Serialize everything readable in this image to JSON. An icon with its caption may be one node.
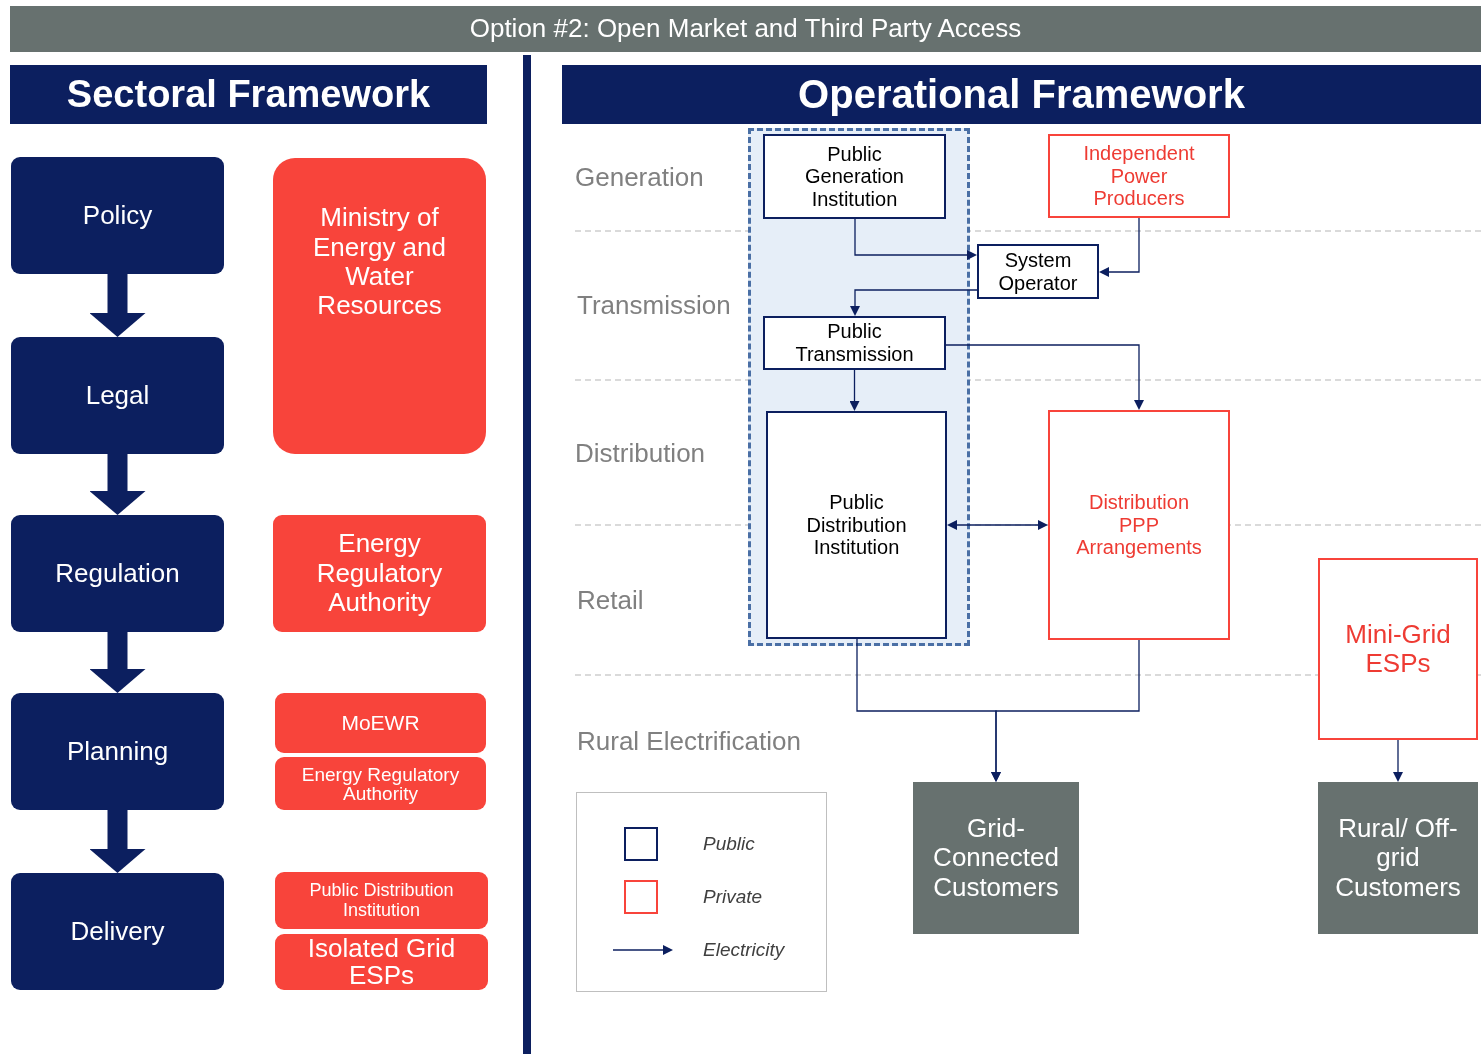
{
  "diagram": {
    "title": "Option #2: Open Market and Third Party Access",
    "nodes": [
      {
        "text": [
          "Policy"
        ]
      },
      {
        "text": [
          "Legal"
        ]
      },
      {
        "text": [
          "Regulation"
        ]
      },
      {
        "text": [
          "Planning"
        ]
      },
      {
        "text": [
          "Delivery"
        ]
      },
      {
        "text": [
          "Ministry of Energy and Water Resources"
        ]
      },
      {
        "text": [
          "Energy Regulatory Authority"
        ]
      },
      {
        "text": [
          "MoEWR"
        ]
      },
      {
        "text": [
          "Energy Regulatory Authority"
        ]
      },
      {
        "text": [
          "Public Distribution Institution"
        ]
      },
      {
        "text": [
          "Isolated Grid ESPs"
        ]
      },
      {
        "text": [],
        "shape": "box"
      },
      {
        "text": [
          "Public Generation Institution"
        ],
        "in": 11
      },
      {
        "text": [
          "Independent Power Producers"
        ]
      },
      {
        "text": [
          "System Operator"
        ]
      },
      {
        "text": [
          "Public Transmission"
        ],
        "in": 11
      },
      {
        "text": [
          "Public Distribution Institution"
        ],
        "in": 11
      },
      {
        "text": [
          "Distribution PPP Arrangements"
        ]
      },
      {
        "text": [
          "Mini-Grid ESPs"
        ]
      },
      {
        "text": [
          "Grid-Connected Customers"
        ]
      },
      {
        "text": [
          "Rural/ Off-grid Customers"
        ]
      }
    ],
    "edges": [
      {
        "from": 0,
        "to": 1,
        "arrow": "to",
        "style": "thick"
      },
      {
        "from": 1,
        "to": 2,
        "arrow": "to",
        "style": "thick"
      },
      {
        "from": 2,
        "to": 3,
        "arrow": "to",
        "style": "thick"
      },
      {
        "from": 3,
        "to": 4,
        "arrow": "to",
        "style": "thick"
      },
      {
        "from": 12,
        "to": 14,
        "arrow": "to"
      },
      {
        "from": 13,
        "to": 14,
        "arrow": "to"
      },
      {
        "from": 14,
        "to": 15,
        "arrow": "to"
      },
      {
        "from": 15,
        "to": 16,
        "arrow": "to"
      },
      {
        "from": 15,
        "to": 17,
        "arrow": "to"
      },
      {
        "from": 16,
        "to": 17,
        "arrow": "both"
      },
      {
        "from": 16,
        "to": 19,
        "arrow": "to"
      },
      {
        "from": 17,
        "to": 19,
        "arrow": "to"
      },
      {
        "from": 18,
        "to": 20,
        "arrow": "to"
      }
    ],
    "labels": [
      "Sectoral Framework",
      "Operational Framework",
      "Generation",
      "Transmission",
      "Distribution",
      "Retail",
      "Rural Electrification"
    ],
    "legend": [
      {
        "text": "Public"
      },
      {
        "text": "Private"
      },
      {
        "text": "Electricity"
      }
    ]
  }
}
